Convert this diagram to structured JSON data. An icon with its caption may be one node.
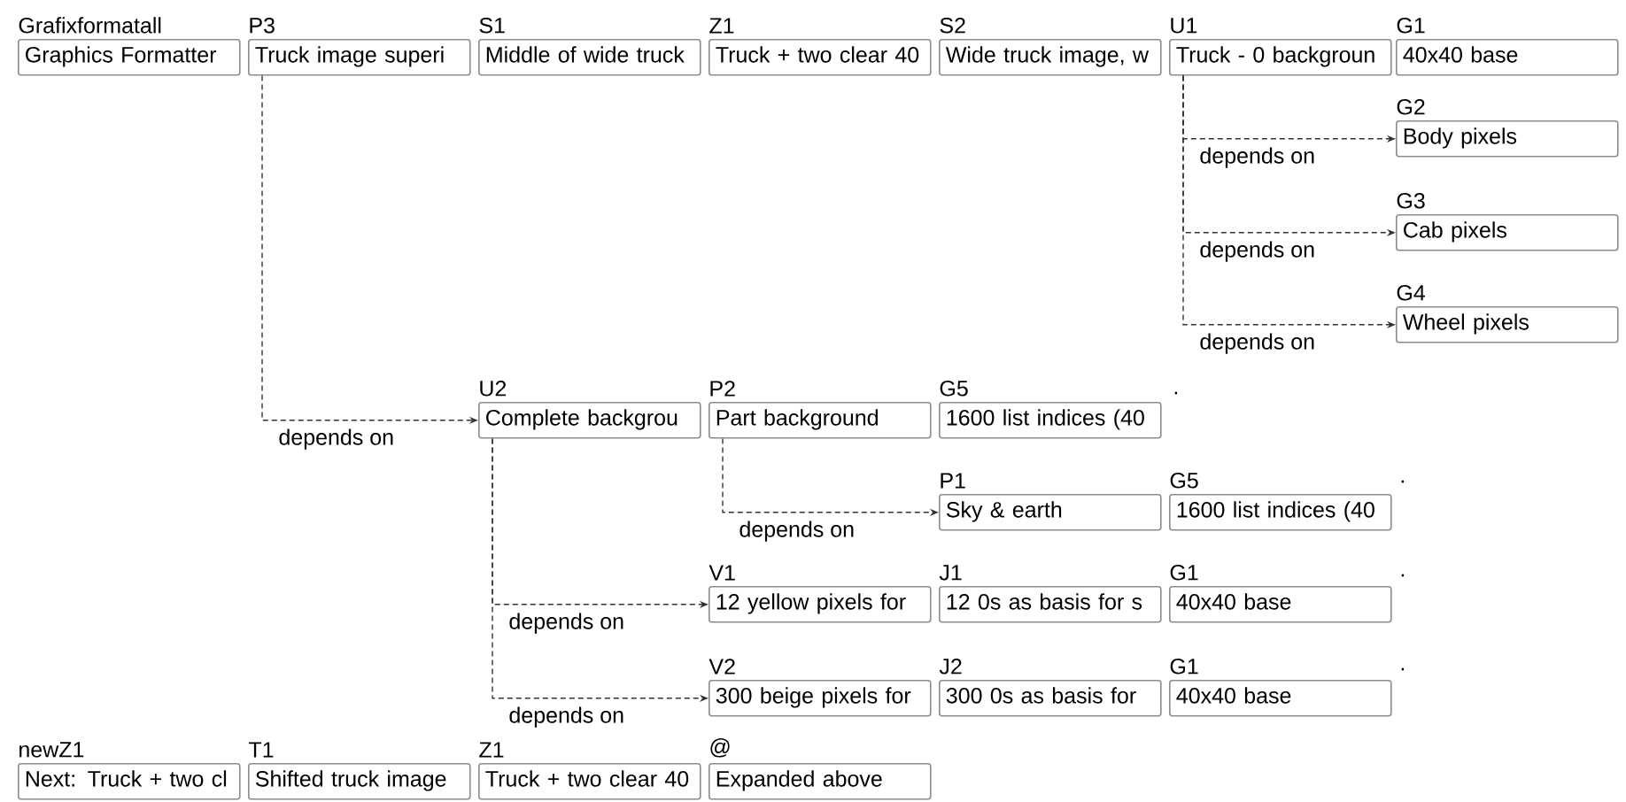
{
  "diagram": {
    "nodes": [
      {
        "text": [
          "Grafixformatall",
          "Graphics Formatter"
        ]
      },
      {
        "text": [
          "P3",
          "Truck image superi"
        ]
      },
      {
        "text": [
          "S1",
          "Middle of wide truck"
        ]
      },
      {
        "text": [
          "Z1",
          "Truck + two clear 40"
        ]
      },
      {
        "text": [
          "S2",
          "Wide truck image, w"
        ]
      },
      {
        "text": [
          "U1",
          "Truck - 0 backgroun"
        ]
      },
      {
        "text": [
          "G1",
          "40x40 base"
        ]
      },
      {
        "text": [
          "G2",
          "Body pixels"
        ]
      },
      {
        "text": [
          "G3",
          "Cab pixels"
        ]
      },
      {
        "text": [
          "G4",
          "Wheel pixels"
        ]
      },
      {
        "text": [
          "U2",
          "Complete backgrou"
        ]
      },
      {
        "text": [
          "P2",
          "Part background"
        ]
      },
      {
        "text": [
          "G5",
          "1600 list indices (40"
        ]
      },
      {
        "text": [
          "P1",
          "Sky & earth"
        ]
      },
      {
        "text": [
          "G5",
          "1600 list indices (40"
        ]
      },
      {
        "text": [
          "V1",
          "12 yellow pixels for"
        ]
      },
      {
        "text": [
          "J1",
          "12 0s as basis for s"
        ]
      },
      {
        "text": [
          "G1",
          "40x40 base"
        ]
      },
      {
        "text": [
          "V2",
          "300 beige pixels for"
        ]
      },
      {
        "text": [
          "J2",
          "300 0s as basis for"
        ]
      },
      {
        "text": [
          "G1",
          "40x40 base"
        ]
      },
      {
        "text": [
          "newZ1",
          "Next: Truck + two cl"
        ]
      },
      {
        "text": [
          "T1",
          "Shifted truck image"
        ]
      },
      {
        "text": [
          "Z1",
          "Truck + two clear 40"
        ]
      },
      {
        "text": [
          "@",
          "Expanded above"
        ]
      }
    ],
    "edges": [
      {
        "from": 5,
        "to": 7,
        "arrow": "to",
        "label": "depends on"
      },
      {
        "from": 5,
        "to": 8,
        "arrow": "to",
        "label": "depends on"
      },
      {
        "from": 5,
        "to": 9,
        "arrow": "to",
        "label": "depends on"
      },
      {
        "from": 1,
        "to": 10,
        "arrow": "to",
        "label": "depends on"
      },
      {
        "from": 11,
        "to": 13,
        "arrow": "to",
        "label": "depends on"
      },
      {
        "from": 10,
        "to": 15,
        "arrow": "to",
        "label": "depends on"
      },
      {
        "from": 10,
        "to": 18,
        "arrow": "to",
        "label": "depends on"
      }
    ],
    "labels": [
      ".",
      ".",
      ".",
      "."
    ]
  }
}
